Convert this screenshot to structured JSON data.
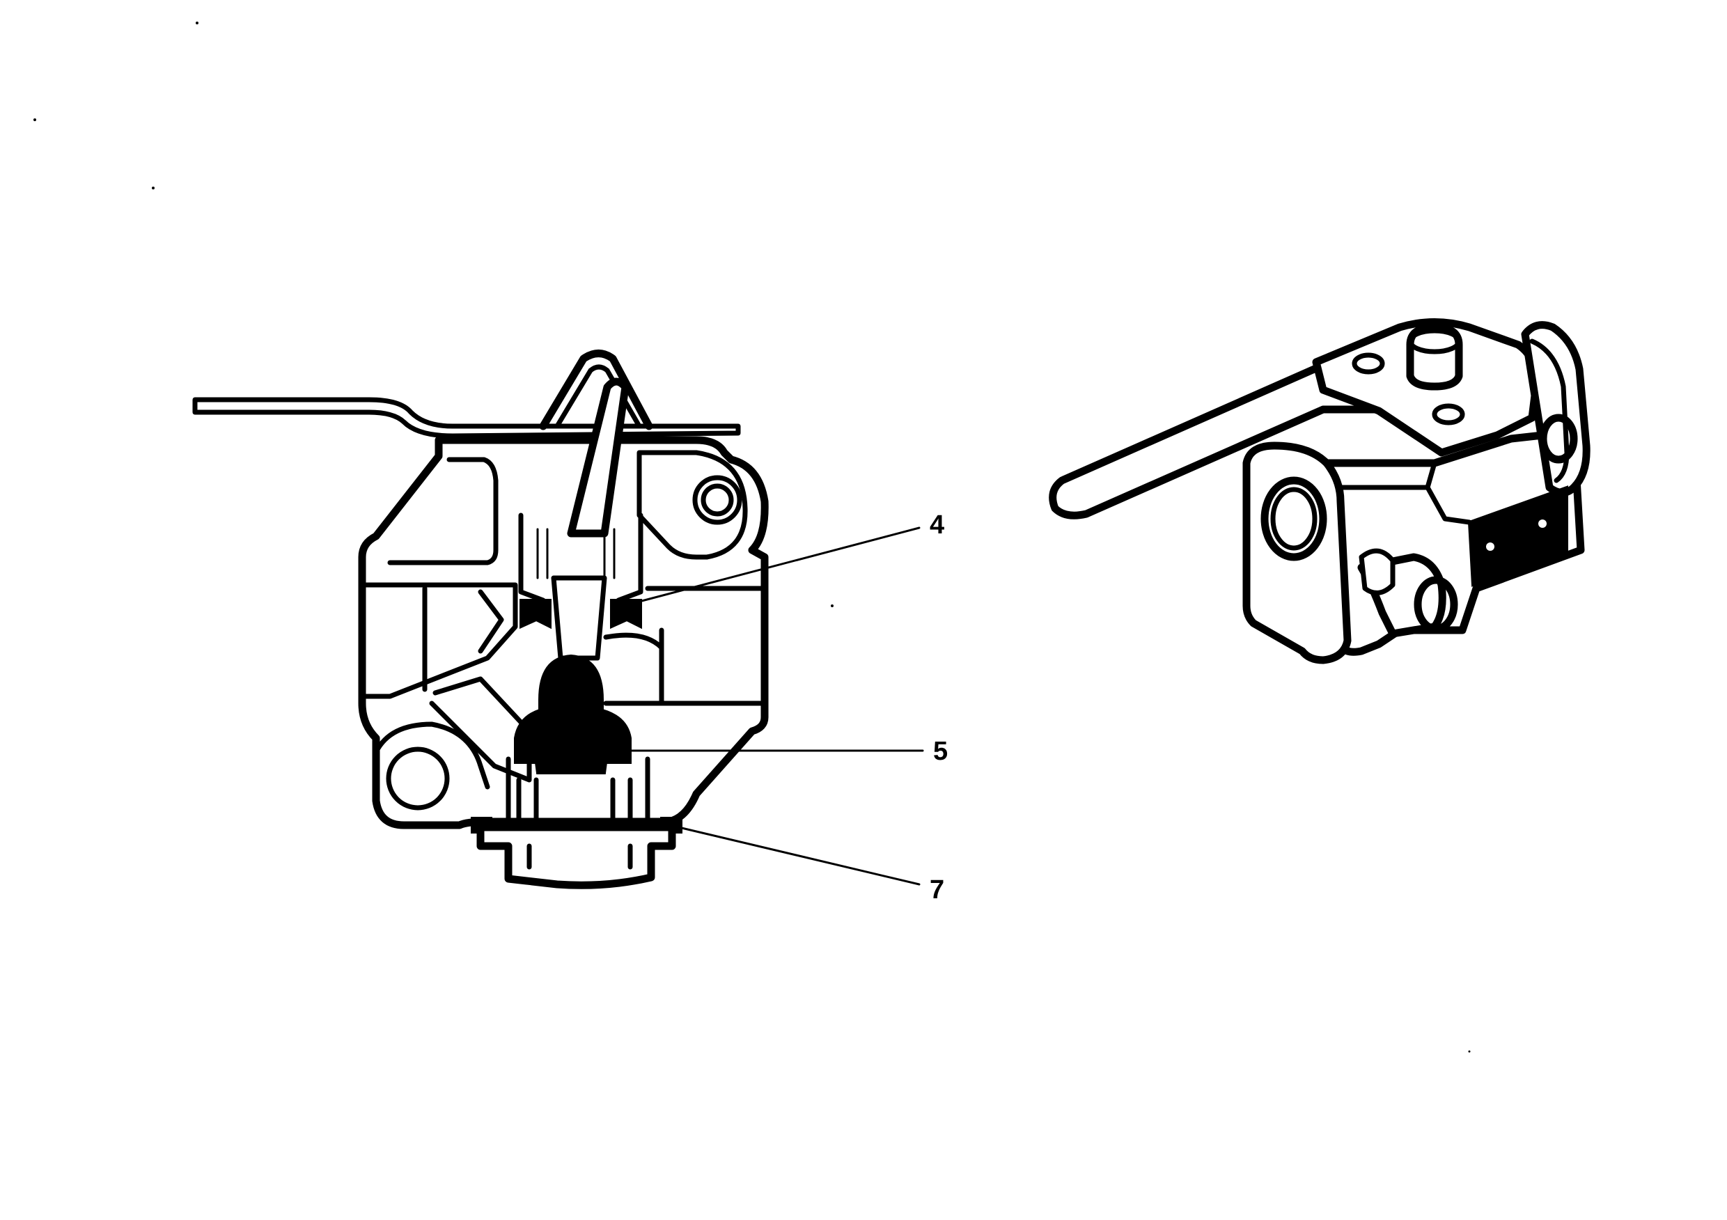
{
  "diagram": {
    "callouts": [
      {
        "id": "4",
        "label": "4"
      },
      {
        "id": "5",
        "label": "5"
      },
      {
        "id": "7",
        "label": "7"
      }
    ],
    "colors": {
      "ink": "#000000",
      "paper": "#ffffff"
    }
  }
}
